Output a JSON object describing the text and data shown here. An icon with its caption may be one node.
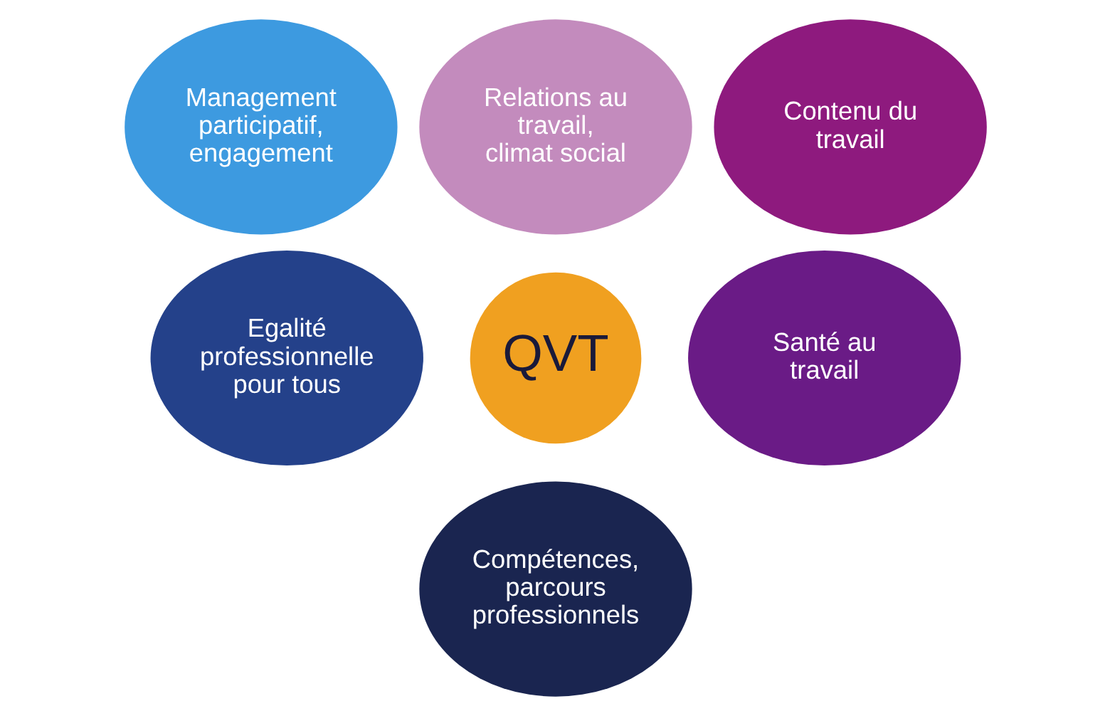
{
  "diagram": {
    "nodes": [
      {
        "text": [
          "Relations au travail, climat social"
        ]
      },
      {
        "text": [
          "Contenu du travail"
        ]
      },
      {
        "text": [
          "Santé au travail"
        ]
      },
      {
        "text": [
          "Compétences, parcours professionnels"
        ]
      },
      {
        "text": [
          "Egalité professionnelle pour tous"
        ]
      },
      {
        "text": [
          "Management participatif, engagement"
        ]
      },
      {
        "text": [
          "QVT"
        ]
      }
    ],
    "edges": []
  }
}
